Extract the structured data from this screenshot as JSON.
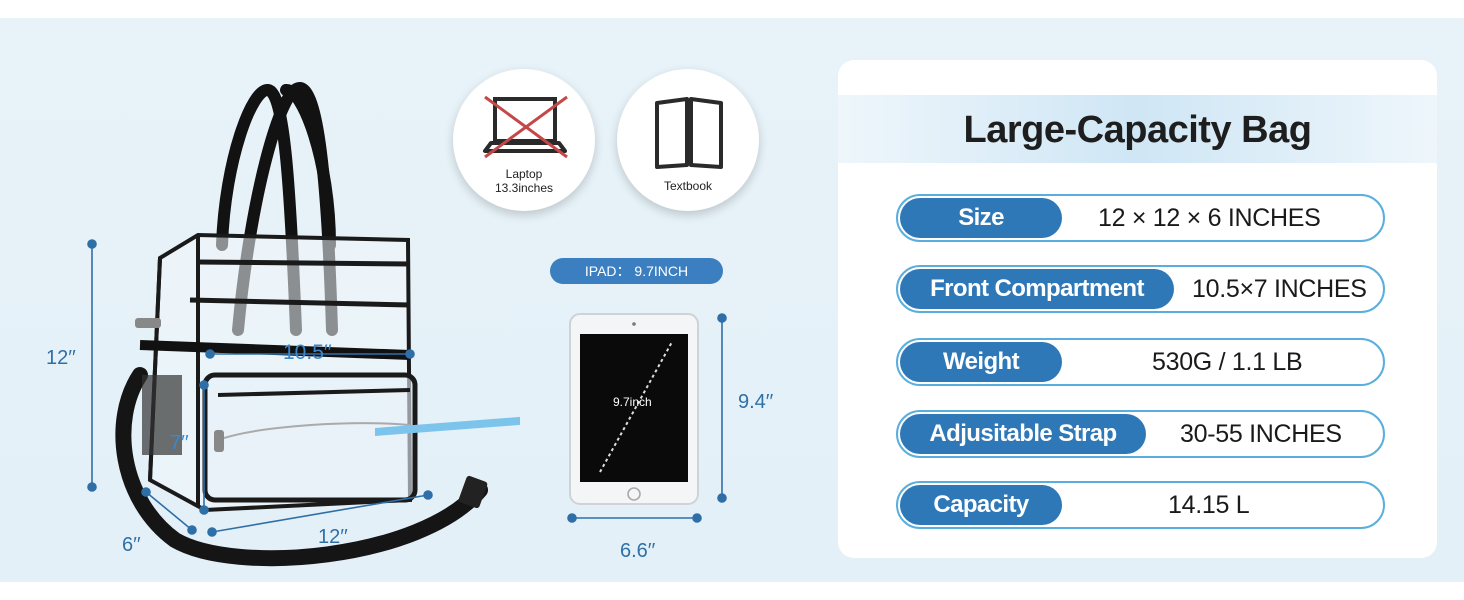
{
  "dimensions": {
    "bag_height": "12′′",
    "bag_width_top": "10.5′′",
    "pocket_height": "7′′",
    "bag_depth": "6′′",
    "bag_width": "12′′",
    "ipad_height": "9.4′′",
    "ipad_width": "6.6′′"
  },
  "icons": {
    "laptop": {
      "icon": "crossed-laptop-icon",
      "line1": "Laptop",
      "line2": "13.3inches"
    },
    "textbook": {
      "icon": "open-book-icon",
      "label": "Textbook"
    }
  },
  "ipad": {
    "pill": "IPAD： 9.7INCH",
    "screen_label": "9.7inch"
  },
  "spec_panel": {
    "title": "Large-Capacity Bag",
    "rows": [
      {
        "label": "Size",
        "value": "12 × 12 × 6  INCHES"
      },
      {
        "label": "Front Compartment",
        "value": "10.5×7 INCHES"
      },
      {
        "label": "Weight",
        "value": "530G / 1.1 LB"
      },
      {
        "label": "Adjusitable Strap",
        "value": "30-55 INCHES"
      },
      {
        "label": "Capacity",
        "value": "14.15 L"
      }
    ]
  },
  "colors": {
    "accent_blue": "#2f78b8",
    "dimension_blue": "#2f6fa8",
    "row_border": "#5aaedd",
    "arrow": "#7cc4ec"
  }
}
